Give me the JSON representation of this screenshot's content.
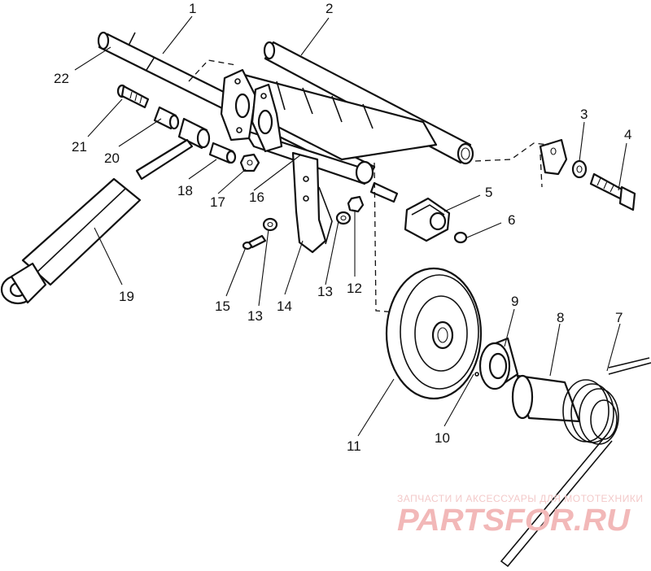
{
  "callouts": [
    "1",
    "2",
    "3",
    "4",
    "5",
    "6",
    "7",
    "8",
    "9",
    "10",
    "11",
    "12",
    "13",
    "13",
    "14",
    "15",
    "16",
    "17",
    "18",
    "19",
    "20",
    "21",
    "22"
  ],
  "watermark": {
    "tagline": "ЗАПЧАСТИ И АКСЕССУАРЫ ДЛЯ МОТОТЕХНИКИ",
    "logo_text": "PARTSFOR.RU",
    "color": "#f2b8b8"
  }
}
